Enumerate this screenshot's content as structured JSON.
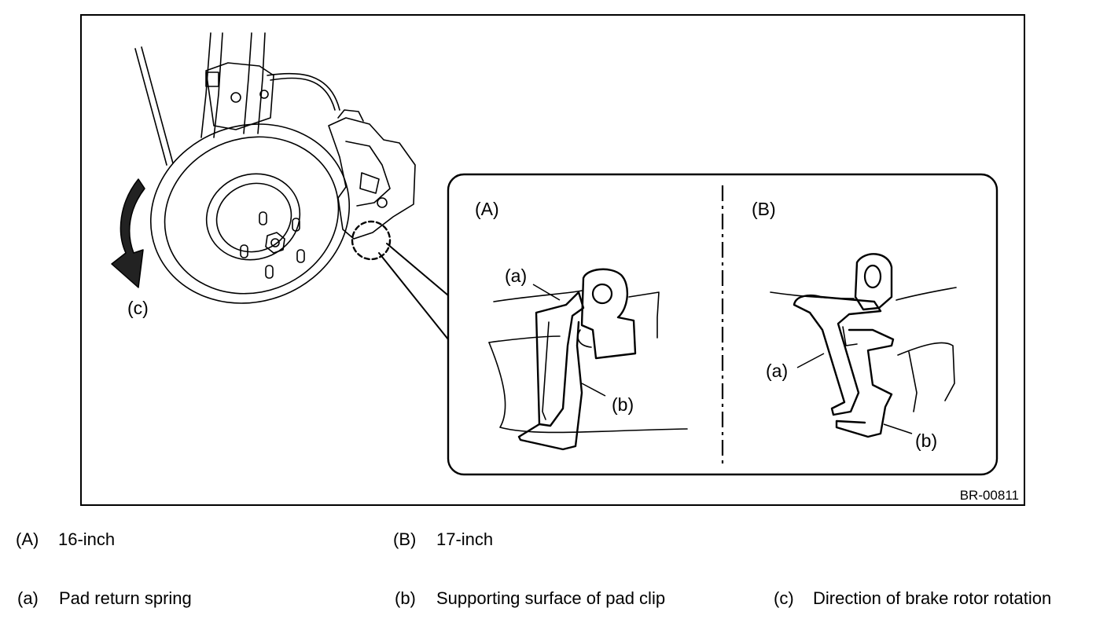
{
  "figure": {
    "code": "BR-00811",
    "callouts": {
      "A": "(A)",
      "B": "(B)",
      "a_left": "(a)",
      "b_left": "(b)",
      "a_right": "(a)",
      "b_right": "(b)",
      "c": "(c)"
    }
  },
  "legend": [
    {
      "key": "(A)",
      "text": "16-inch"
    },
    {
      "key": "(B)",
      "text": "17-inch"
    },
    {
      "key": "(a)",
      "text": "Pad return spring"
    },
    {
      "key": "(b)",
      "text": "Supporting surface of pad clip"
    },
    {
      "key": "(c)",
      "text": "Direction of brake rotor rotation"
    }
  ]
}
